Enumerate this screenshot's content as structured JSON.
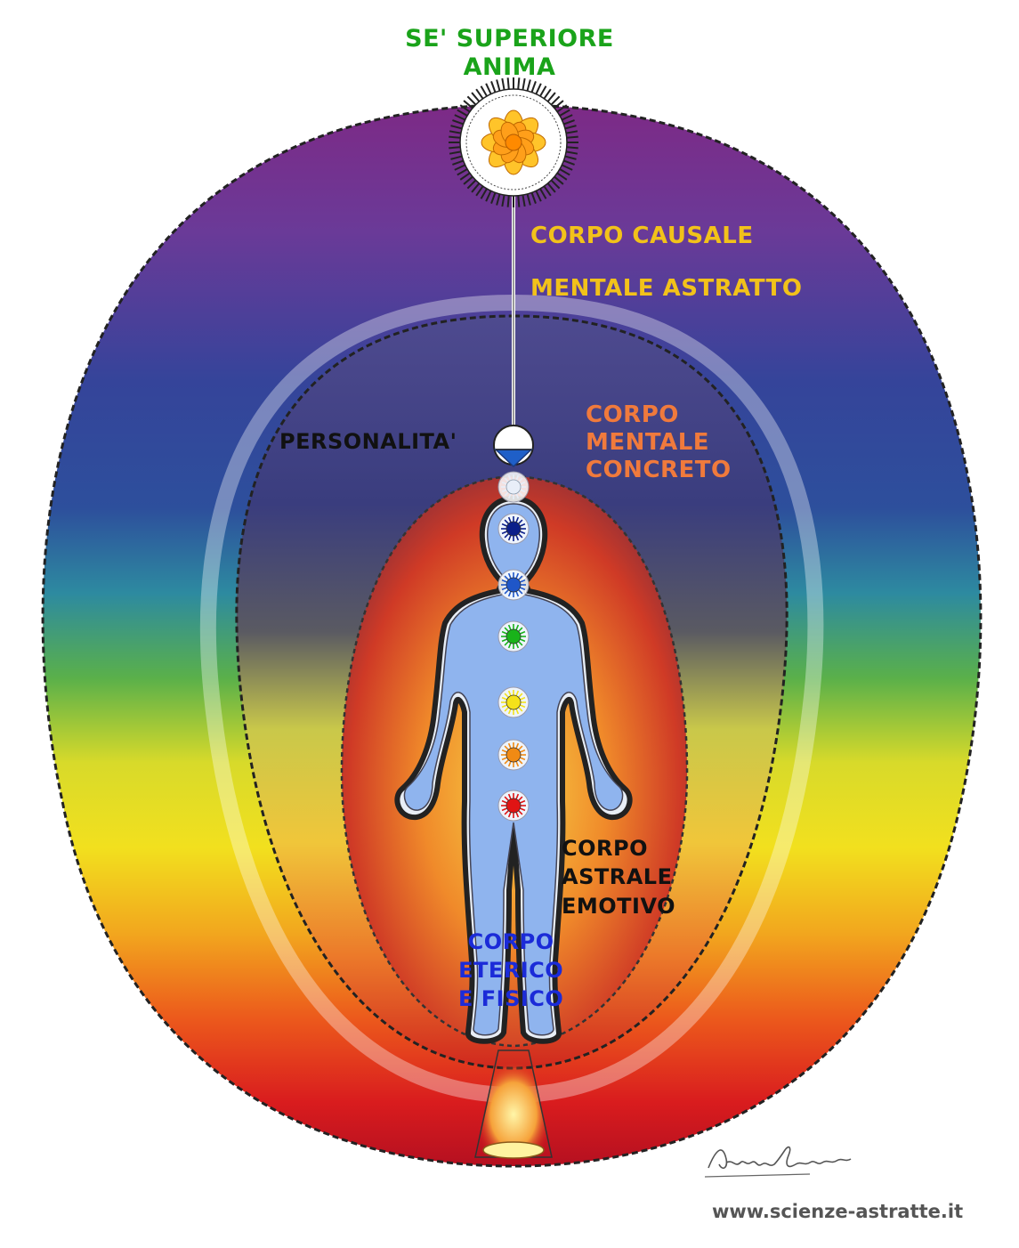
{
  "labels": {
    "soul": [
      "SE' SUPERIORE",
      "ANIMA"
    ],
    "causal_body": "CORPO CAUSALE",
    "abstract_mental": "MENTALE ASTRATTO",
    "personality": "PERSONALITA'",
    "concrete_mental": [
      "CORPO",
      "MENTALE",
      "CONCRETO"
    ],
    "astral_body": [
      "CORPO",
      "ASTRALE",
      "EMOTIVO"
    ],
    "etheric_body": [
      "CORPO",
      "ETERICO",
      "E FISICO"
    ]
  },
  "signature": "Andrea Fontana",
  "website": "www.scienze-astratte.it",
  "colors": {
    "soul_label": "#1aa31a",
    "causal_label": "#f2c21a",
    "personality_label": "#111111",
    "mental_label": "#f07a3c",
    "astral_label": "#111111",
    "etheric_label": "#1b2bd8",
    "url_label": "#555555",
    "body": "#8fb4ee"
  },
  "chakras": [
    {
      "name": "crown",
      "color": "#e8eef8"
    },
    {
      "name": "third-eye",
      "color": "#0b1f8a"
    },
    {
      "name": "throat",
      "color": "#1f56c8"
    },
    {
      "name": "heart",
      "color": "#19b31a"
    },
    {
      "name": "solar-plexus",
      "color": "#f4e21a"
    },
    {
      "name": "sacral",
      "color": "#f08a14"
    },
    {
      "name": "root",
      "color": "#e01414"
    }
  ]
}
